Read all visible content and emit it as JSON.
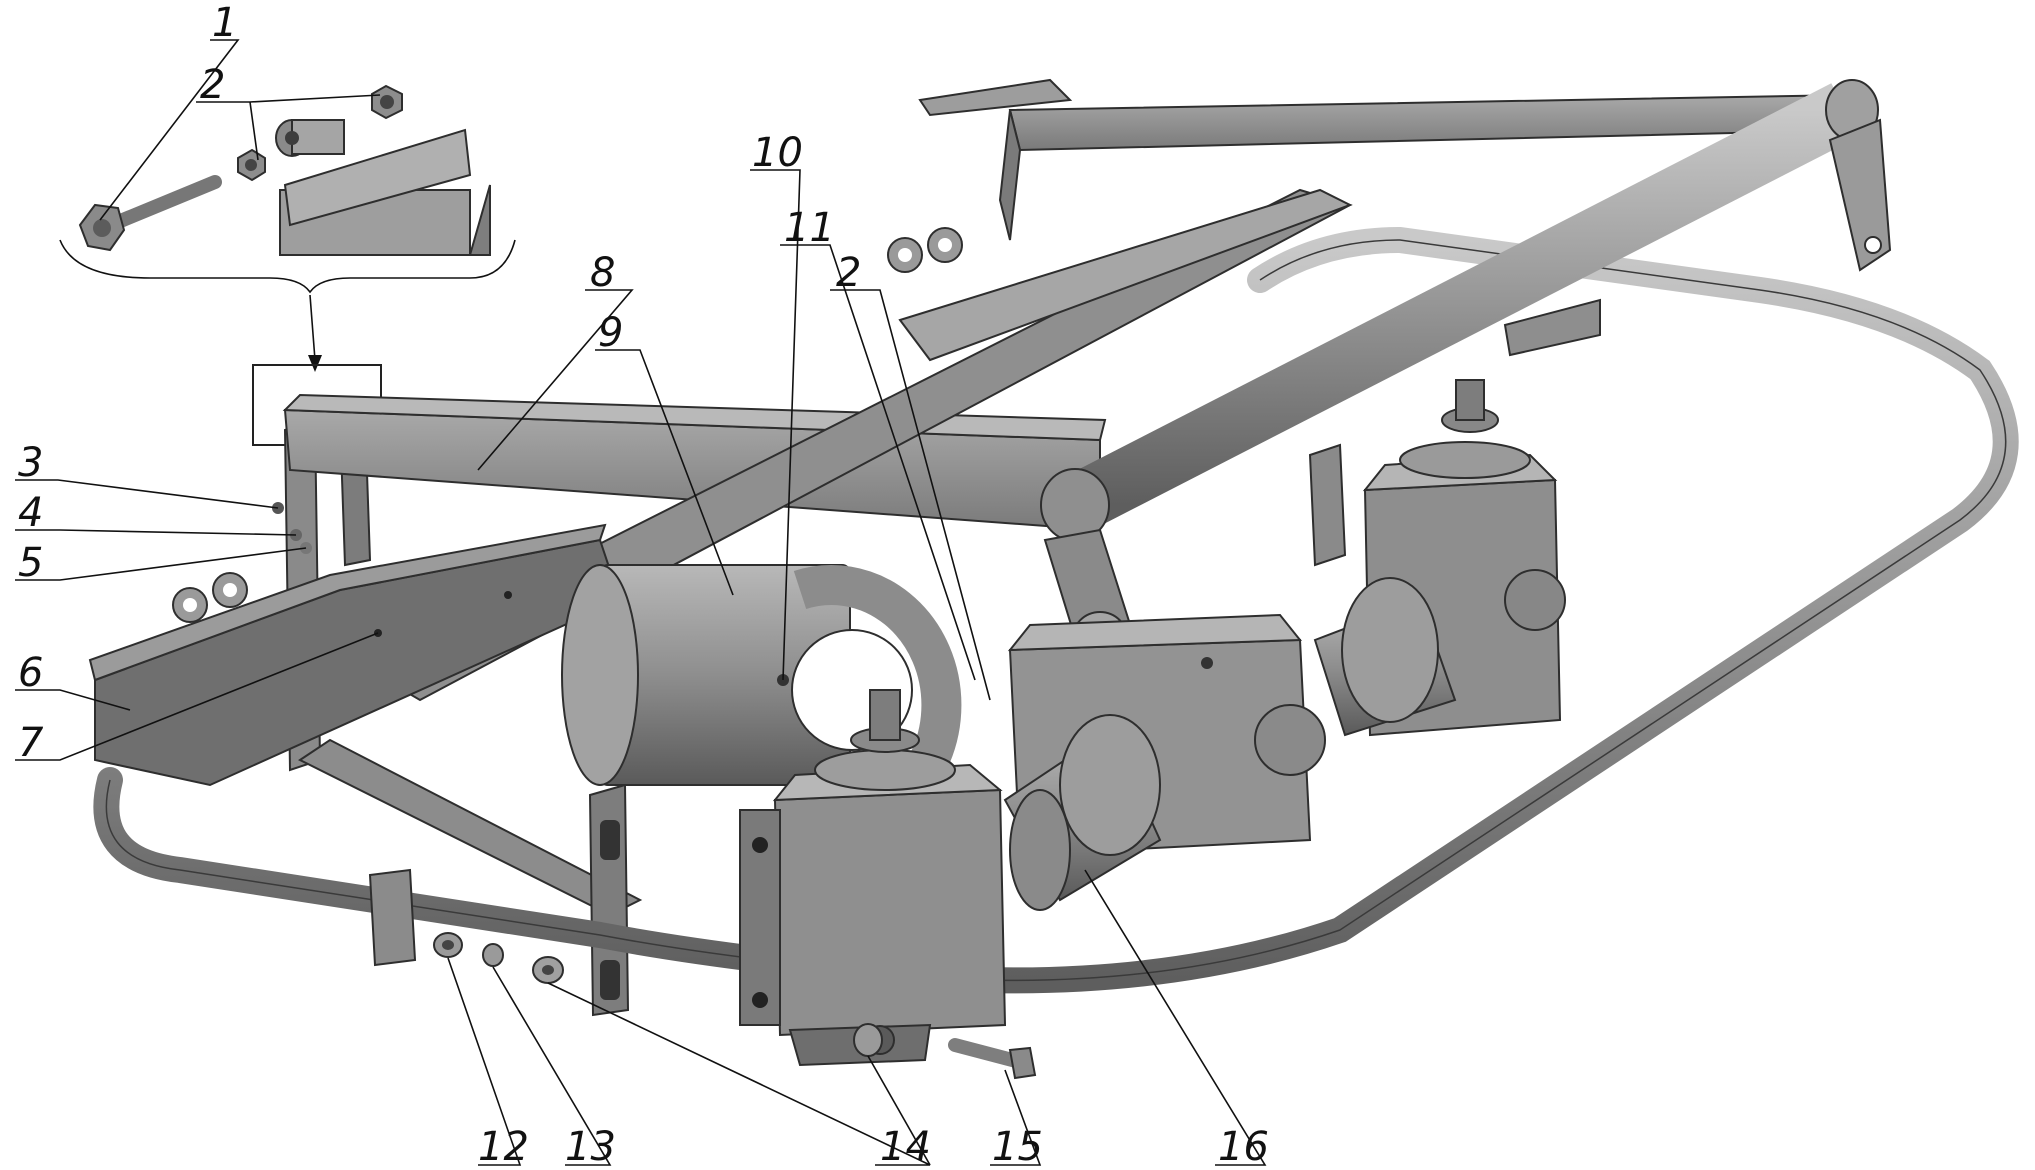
{
  "figure": {
    "callouts": {
      "c1": "1",
      "c2": "2",
      "c2b": "2",
      "c3": "3",
      "c4": "4",
      "c5": "5",
      "c6": "6",
      "c7": "7",
      "c8": "8",
      "c9": "9",
      "c10": "10",
      "c11": "11",
      "c12": "12",
      "c13": "13",
      "c14": "14",
      "c15": "15",
      "c16": "16"
    },
    "colors": {
      "metal_dark": "#6f6f6f",
      "metal_mid": "#8c8c8c",
      "metal_light": "#b5b5b5",
      "background": "#ffffff"
    }
  }
}
